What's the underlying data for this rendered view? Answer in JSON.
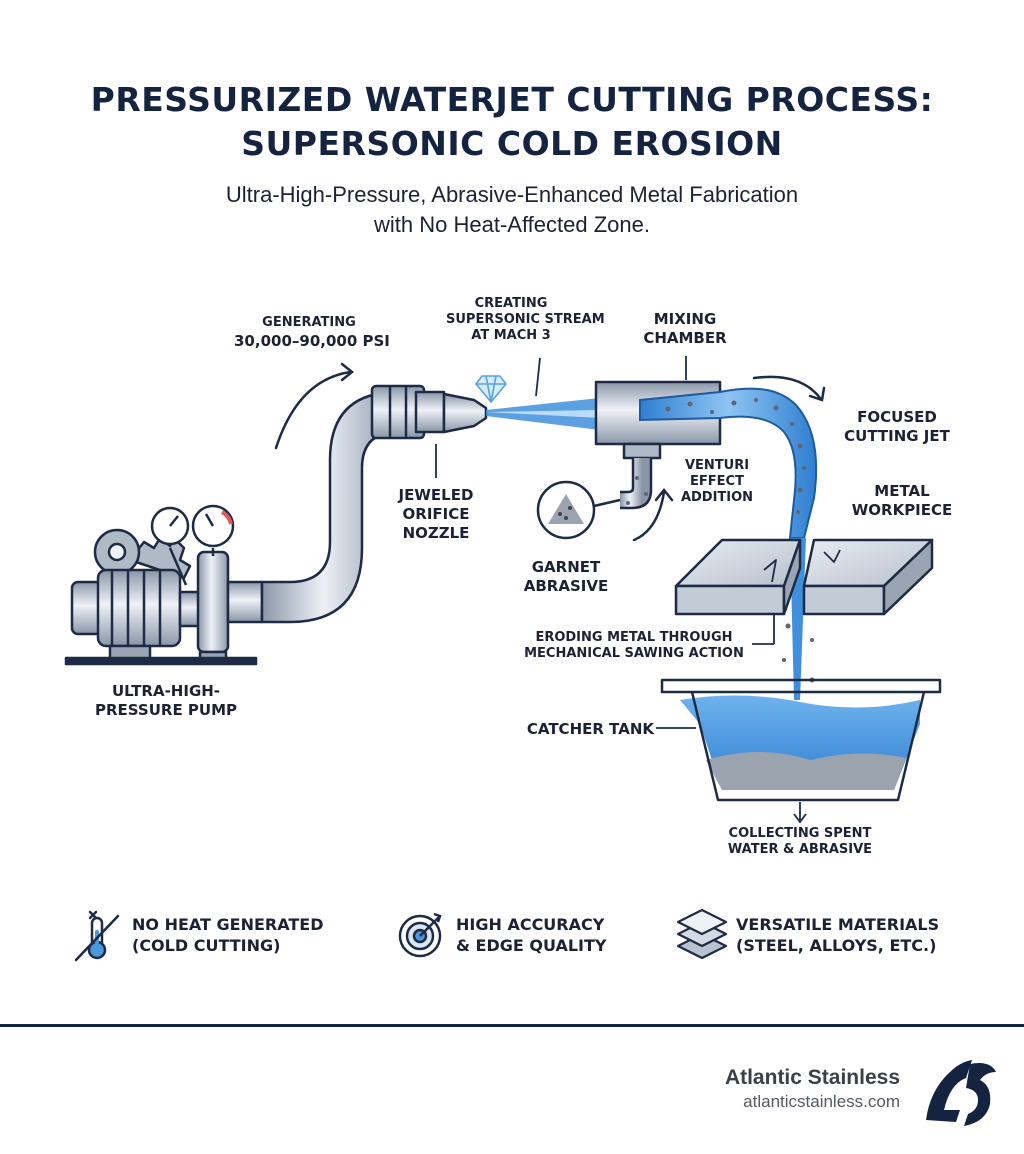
{
  "header": {
    "title_line1": "PRESSURIZED WATERJET CUTTING PROCESS:",
    "title_line2": "SUPERSONIC COLD EROSION",
    "subtitle_line1": "Ultra-High-Pressure, Abrasive-Enhanced Metal Fabrication",
    "subtitle_line2": "with No Heat-Affected Zone."
  },
  "labels": {
    "generating": "GENERATING",
    "psi": "30,000–90,000 PSI",
    "creating": "CREATING",
    "supersonic": "SUPERSONIC STREAM",
    "mach": "AT MACH 3",
    "mixing": "MIXING",
    "chamber": "CHAMBER",
    "focused": "FOCUSED",
    "cutting_jet": "CUTTING JET",
    "jeweled": "JEWELED",
    "orifice": "ORIFICE",
    "nozzle": "NOZZLE",
    "venturi": "VENTURI",
    "effect": "EFFECT",
    "addition": "ADDITION",
    "metal": "METAL",
    "workpiece": "WORKPIECE",
    "garnet": "GARNET",
    "abrasive": "ABRASIVE",
    "eroding1": "ERODING METAL THROUGH",
    "eroding2": "MECHANICAL SAWING ACTION",
    "pump1": "ULTRA-HIGH-",
    "pump2": "PRESSURE PUMP",
    "catcher": "CATCHER TANK",
    "collecting1": "COLLECTING SPENT",
    "collecting2": "WATER & ABRASIVE"
  },
  "features": [
    {
      "icon": "no-heat-thermometer-icon",
      "line1": "NO HEAT GENERATED",
      "line2": "(COLD CUTTING)"
    },
    {
      "icon": "target-icon",
      "line1": "HIGH ACCURACY",
      "line2": "& EDGE QUALITY"
    },
    {
      "icon": "layers-icon",
      "line1": "VERSATILE MATERIALS",
      "line2": "(STEEL, ALLOYS, ETC.)"
    }
  ],
  "footer": {
    "brand": "Atlantic Stainless",
    "url": "atlanticstainless.com"
  },
  "colors": {
    "navy": "#14233f",
    "water": "#3f8fdc",
    "steel": "#b9c2cf"
  }
}
